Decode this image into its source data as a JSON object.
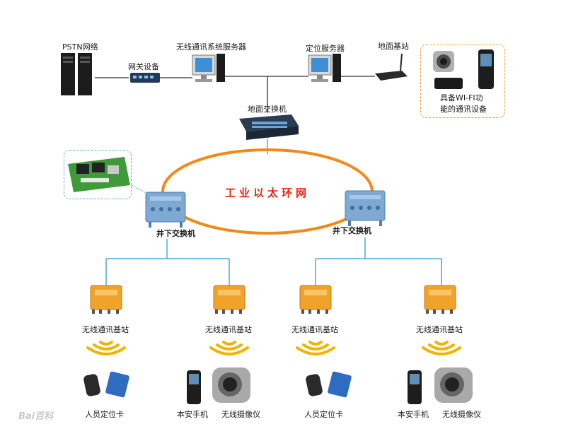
{
  "ring": {
    "title": "工业以太环网"
  },
  "labels": {
    "pstn": "PSTN网络",
    "gateway": "网关设备",
    "wireless_server": "无线通讯系统服务器",
    "positioning_server": "定位服务器",
    "ground_base_station": "地面基站",
    "wifi_device_line1": "具备WI-FI功",
    "wifi_device_line2": "能的通讯设备",
    "ground_switch": "地面交换机",
    "underground_switch_left": "井下交换机",
    "underground_switch_right": "井下交换机",
    "base_station_1": "无线通讯基站",
    "base_station_2": "无线通讯基站",
    "base_station_3": "无线通讯基站",
    "base_station_4": "无线通讯基站",
    "personnel_card_1": "人员定位卡",
    "safe_phone_1": "本安手机",
    "wireless_camera_1": "无线摄像仪",
    "personnel_card_2": "人员定位卡",
    "safe_phone_2": "本安手机",
    "wireless_camera_2": "无线摄像仪"
  },
  "watermark": "Bai百科",
  "colors": {
    "ring": "#f08a1c",
    "link_line": "#4aa8d8",
    "top_line": "#333333",
    "base_station": "#f0a22a",
    "ring_title": "#e52410",
    "wifi_box_border": "#f39c3b"
  }
}
